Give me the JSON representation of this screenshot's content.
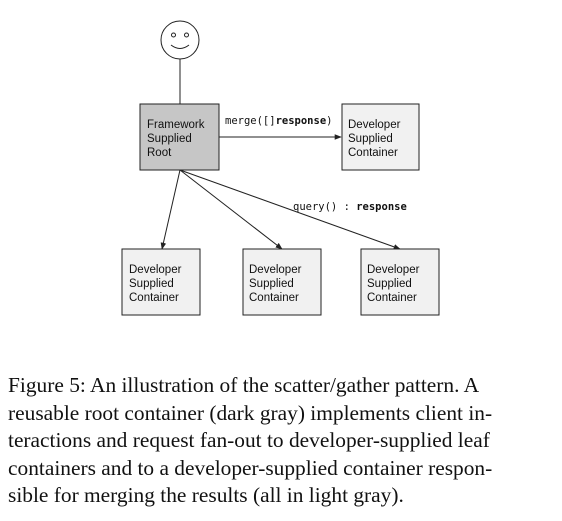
{
  "colors": {
    "root_fill": "#c6c6c6",
    "container_fill": "#f1f1f1",
    "stroke": "#222222",
    "smiley_fill": "#ffffff"
  },
  "actor": {
    "icon": "smiley-face-icon"
  },
  "root": {
    "lines": [
      "Framework",
      "Supplied",
      "Root"
    ]
  },
  "merge_container": {
    "lines": [
      "Developer",
      "Supplied",
      "Container"
    ]
  },
  "leaf_containers": [
    {
      "lines": [
        "Developer",
        "Supplied",
        "Container"
      ]
    },
    {
      "lines": [
        "Developer",
        "Supplied",
        "Container"
      ]
    },
    {
      "lines": [
        "Developer",
        "Supplied",
        "Container"
      ]
    }
  ],
  "edge_labels": {
    "merge": {
      "plain": "merge([]",
      "bold": "response",
      "close": ")"
    },
    "query": {
      "plain": "query() : ",
      "bold": "response"
    }
  },
  "caption": {
    "lines": [
      "Figure 5: An illustration of the scatter/gather pattern. A",
      "reusable root container (dark gray) implements client in-",
      "teractions and request fan-out to developer-supplied leaf",
      "containers and to a developer-supplied container respon-",
      "sible for merging the results (all in light gray)."
    ]
  }
}
